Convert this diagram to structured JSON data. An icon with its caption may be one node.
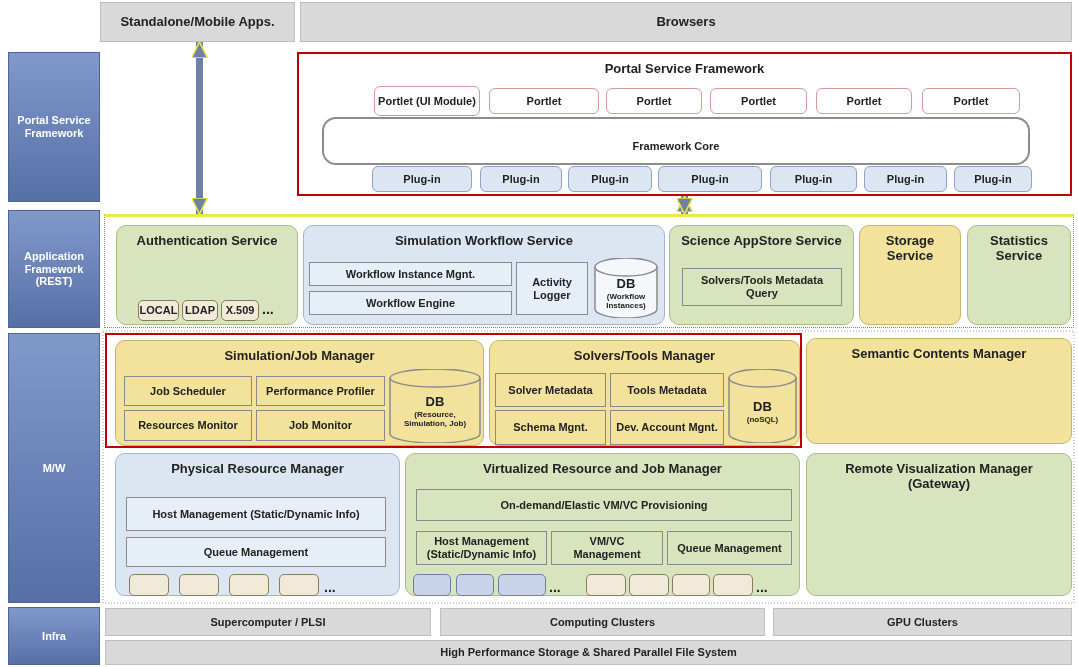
{
  "diagram": {
    "nodes": [
      {
        "text": [
          "Standalone/Mobile Apps."
        ]
      },
      {
        "text": [
          "Browsers"
        ]
      },
      {
        "text": [
          "Portal Service Framework"
        ]
      },
      {
        "text": [
          "Application Framework (REST)"
        ]
      },
      {
        "text": [
          "M/W"
        ]
      },
      {
        "text": [
          "Infra"
        ]
      },
      {
        "text": [
          "Portal Service Framework"
        ]
      },
      {
        "text": [
          "Framework Core"
        ],
        "in": 6
      },
      {
        "text": [
          "Portlet (UI Module)"
        ],
        "in": 6
      },
      {
        "text": [
          "Portlet"
        ],
        "in": 6
      },
      {
        "text": [
          "Portlet"
        ],
        "in": 6
      },
      {
        "text": [
          "Portlet"
        ],
        "in": 6
      },
      {
        "text": [
          "Portlet"
        ],
        "in": 6
      },
      {
        "text": [
          "Portlet"
        ],
        "in": 6
      },
      {
        "text": [
          "Plug-in"
        ],
        "in": 6
      },
      {
        "text": [
          "Plug-in"
        ],
        "in": 6
      },
      {
        "text": [
          "Plug-in"
        ],
        "in": 6
      },
      {
        "text": [
          "Plug-in"
        ],
        "in": 6
      },
      {
        "text": [
          "Plug-in"
        ],
        "in": 6
      },
      {
        "text": [
          "Plug-in"
        ],
        "in": 6
      },
      {
        "text": [
          "Plug-in"
        ],
        "in": 6
      },
      {
        "text": [],
        "shape": "box"
      },
      {
        "text": [
          "Authentication Service"
        ],
        "in": 21
      },
      {
        "text": [
          "LOCAL"
        ],
        "in": 22
      },
      {
        "text": [
          "LDAP"
        ],
        "in": 22
      },
      {
        "text": [
          "X.509"
        ],
        "in": 22
      },
      {
        "text": [
          "Simulation Workflow Service"
        ],
        "in": 21
      },
      {
        "text": [
          "Workflow Instance Mgnt."
        ],
        "in": 26
      },
      {
        "text": [
          "Workflow Engine"
        ],
        "in": 26
      },
      {
        "text": [
          "Activity Logger"
        ],
        "in": 26
      },
      {
        "text": [
          "DB",
          "(Workflow Instances)"
        ],
        "in": 26
      },
      {
        "text": [
          "Science AppStore Service"
        ],
        "in": 21
      },
      {
        "text": [
          "Solvers/Tools Metadata Query"
        ],
        "in": 31
      },
      {
        "text": [
          "Storage Service"
        ],
        "in": 21
      },
      {
        "text": [
          "Statistics Service"
        ],
        "in": 21
      },
      {
        "text": [],
        "shape": "box"
      },
      {
        "text": [
          "Simulation/Job Manager"
        ],
        "in": 35
      },
      {
        "text": [
          "Job Scheduler"
        ],
        "in": 36
      },
      {
        "text": [
          "Performance Profiler"
        ],
        "in": 36
      },
      {
        "text": [
          "Resources Monitor"
        ],
        "in": 36
      },
      {
        "text": [
          "Job Monitor"
        ],
        "in": 36
      },
      {
        "text": [
          "DB",
          "(Resource, Simulation, Job)"
        ],
        "in": 36
      },
      {
        "text": [
          "Solvers/Tools Manager"
        ],
        "in": 35
      },
      {
        "text": [
          "Solver Metadata"
        ],
        "in": 42
      },
      {
        "text": [
          "Tools Metadata"
        ],
        "in": 42
      },
      {
        "text": [
          "Schema Mgnt."
        ],
        "in": 42
      },
      {
        "text": [
          "Dev. Account Mgnt."
        ],
        "in": 42
      },
      {
        "text": [
          "DB",
          "(noSQL)"
        ],
        "in": 42
      },
      {
        "text": [
          "Semantic Contents Manager"
        ]
      },
      {
        "text": [
          "Physical Resource Manager"
        ]
      },
      {
        "text": [
          "Host Management (Static/Dynamic Info)"
        ],
        "in": 49
      },
      {
        "text": [
          "Queue Management"
        ],
        "in": 49
      },
      {
        "text": [],
        "shape": "box",
        "in": 49
      },
      {
        "text": [],
        "shape": "box",
        "in": 49
      },
      {
        "text": [],
        "shape": "box",
        "in": 49
      },
      {
        "text": [],
        "shape": "box",
        "in": 49
      },
      {
        "text": [
          "Virtualized Resource and Job Manager"
        ]
      },
      {
        "text": [
          "On-demand/Elastic VM/VC Provisioning"
        ],
        "in": 56
      },
      {
        "text": [
          "Host Management (Static/Dynamic Info)"
        ],
        "in": 56
      },
      {
        "text": [
          "VM/VC Management"
        ],
        "in": 56
      },
      {
        "text": [
          "Queue Management"
        ],
        "in": 56
      },
      {
        "text": [],
        "shape": "box",
        "in": 56
      },
      {
        "text": [],
        "shape": "box",
        "in": 56
      },
      {
        "text": [],
        "shape": "box",
        "in": 56
      },
      {
        "text": [],
        "shape": "box",
        "in": 56
      },
      {
        "text": [],
        "shape": "box",
        "in": 56
      },
      {
        "text": [],
        "shape": "box",
        "in": 56
      },
      {
        "text": [],
        "shape": "box",
        "in": 56
      },
      {
        "text": [
          "Remote Visualization Manager (Gateway)"
        ]
      },
      {
        "text": [
          "Supercomputer / PLSI"
        ]
      },
      {
        "text": [
          "Computing Clusters"
        ]
      },
      {
        "text": [
          "GPU Clusters"
        ]
      },
      {
        "text": [
          "High Performance Storage & Shared Parallel File System"
        ]
      }
    ],
    "edges": [
      {
        "from": 0,
        "to": 21,
        "arrow": "both"
      },
      {
        "from": 6,
        "to": 21,
        "arrow": "both"
      }
    ],
    "labels": [
      "...",
      "...",
      "...",
      "..."
    ]
  }
}
